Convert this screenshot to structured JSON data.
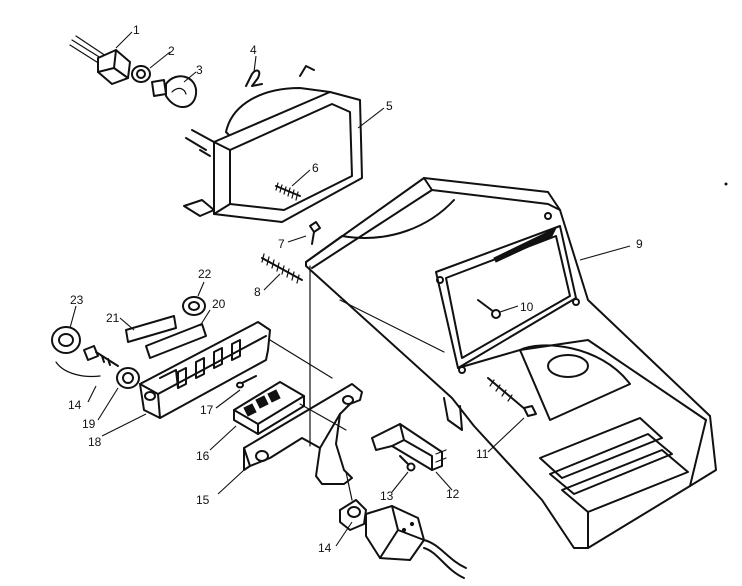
{
  "callouts": [
    {
      "id": "c1",
      "label": "1"
    },
    {
      "id": "c2",
      "label": "2"
    },
    {
      "id": "c3",
      "label": "3"
    },
    {
      "id": "c4",
      "label": "4"
    },
    {
      "id": "c5",
      "label": "5"
    },
    {
      "id": "c6",
      "label": "6"
    },
    {
      "id": "c7",
      "label": "7"
    },
    {
      "id": "c8",
      "label": "8"
    },
    {
      "id": "c9",
      "label": "9"
    },
    {
      "id": "c10",
      "label": "10"
    },
    {
      "id": "c11",
      "label": "11"
    },
    {
      "id": "c12",
      "label": "12"
    },
    {
      "id": "c13",
      "label": "13"
    },
    {
      "id": "c14a",
      "label": "14"
    },
    {
      "id": "c14b",
      "label": "14"
    },
    {
      "id": "c15",
      "label": "15"
    },
    {
      "id": "c16",
      "label": "16"
    },
    {
      "id": "c17",
      "label": "17"
    },
    {
      "id": "c18",
      "label": "18"
    },
    {
      "id": "c19",
      "label": "19"
    },
    {
      "id": "c20",
      "label": "20"
    },
    {
      "id": "c21",
      "label": "21"
    },
    {
      "id": "c22",
      "label": "22"
    },
    {
      "id": "c23",
      "label": "23"
    }
  ]
}
